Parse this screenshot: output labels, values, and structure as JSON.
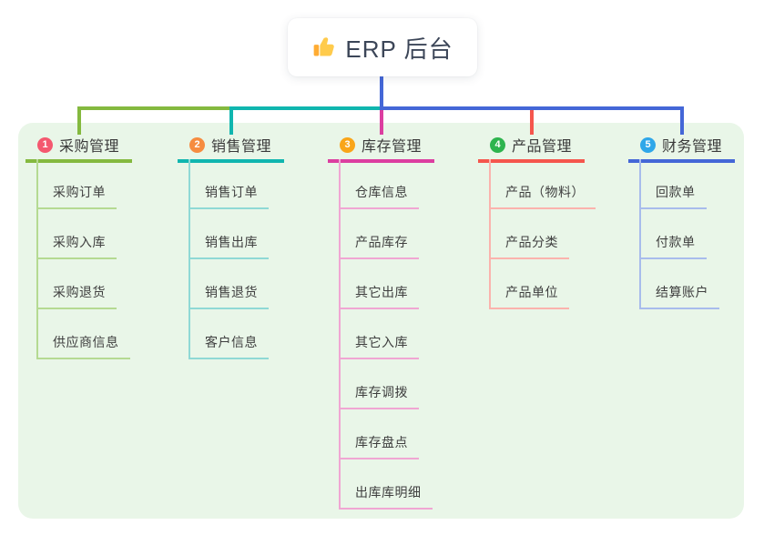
{
  "root": {
    "title": "ERP 后台",
    "icon": "thumbs-up-icon"
  },
  "colors": {
    "panel_bg": "#e9f6e8",
    "root_connector": "#4467d7",
    "root_text": "#3c4658",
    "topic_text": "#3a3a3a",
    "child_text": "#3f3f3f"
  },
  "branches": [
    {
      "num": "1",
      "label": "采购管理",
      "line_color": "#84b93f",
      "child_line_color": "#b5da92",
      "badge_color": "#f4586f",
      "children": [
        "采购订单",
        "采购入库",
        "采购退货",
        "供应商信息"
      ]
    },
    {
      "num": "2",
      "label": "销售管理",
      "line_color": "#10b6af",
      "child_line_color": "#8fd9d5",
      "badge_color": "#f68c40",
      "children": [
        "销售订单",
        "销售出库",
        "销售退货",
        "客户信息"
      ]
    },
    {
      "num": "3",
      "label": "库存管理",
      "line_color": "#dc3ea0",
      "child_line_color": "#f0a6d3",
      "badge_color": "#f9a519",
      "children": [
        "仓库信息",
        "产品库存",
        "其它出库",
        "其它入库",
        "库存调拨",
        "库存盘点",
        "出库库明细"
      ]
    },
    {
      "num": "4",
      "label": "产品管理",
      "line_color": "#f5564d",
      "child_line_color": "#fbb3ad",
      "badge_color": "#2eb44e",
      "children": [
        "产品（物料）",
        "产品分类",
        "产品单位"
      ]
    },
    {
      "num": "5",
      "label": "财务管理",
      "line_color": "#4467d7",
      "child_line_color": "#a8bcec",
      "badge_color": "#2fa7e9",
      "children": [
        "回款单",
        "付款单",
        "结算账户"
      ]
    }
  ]
}
